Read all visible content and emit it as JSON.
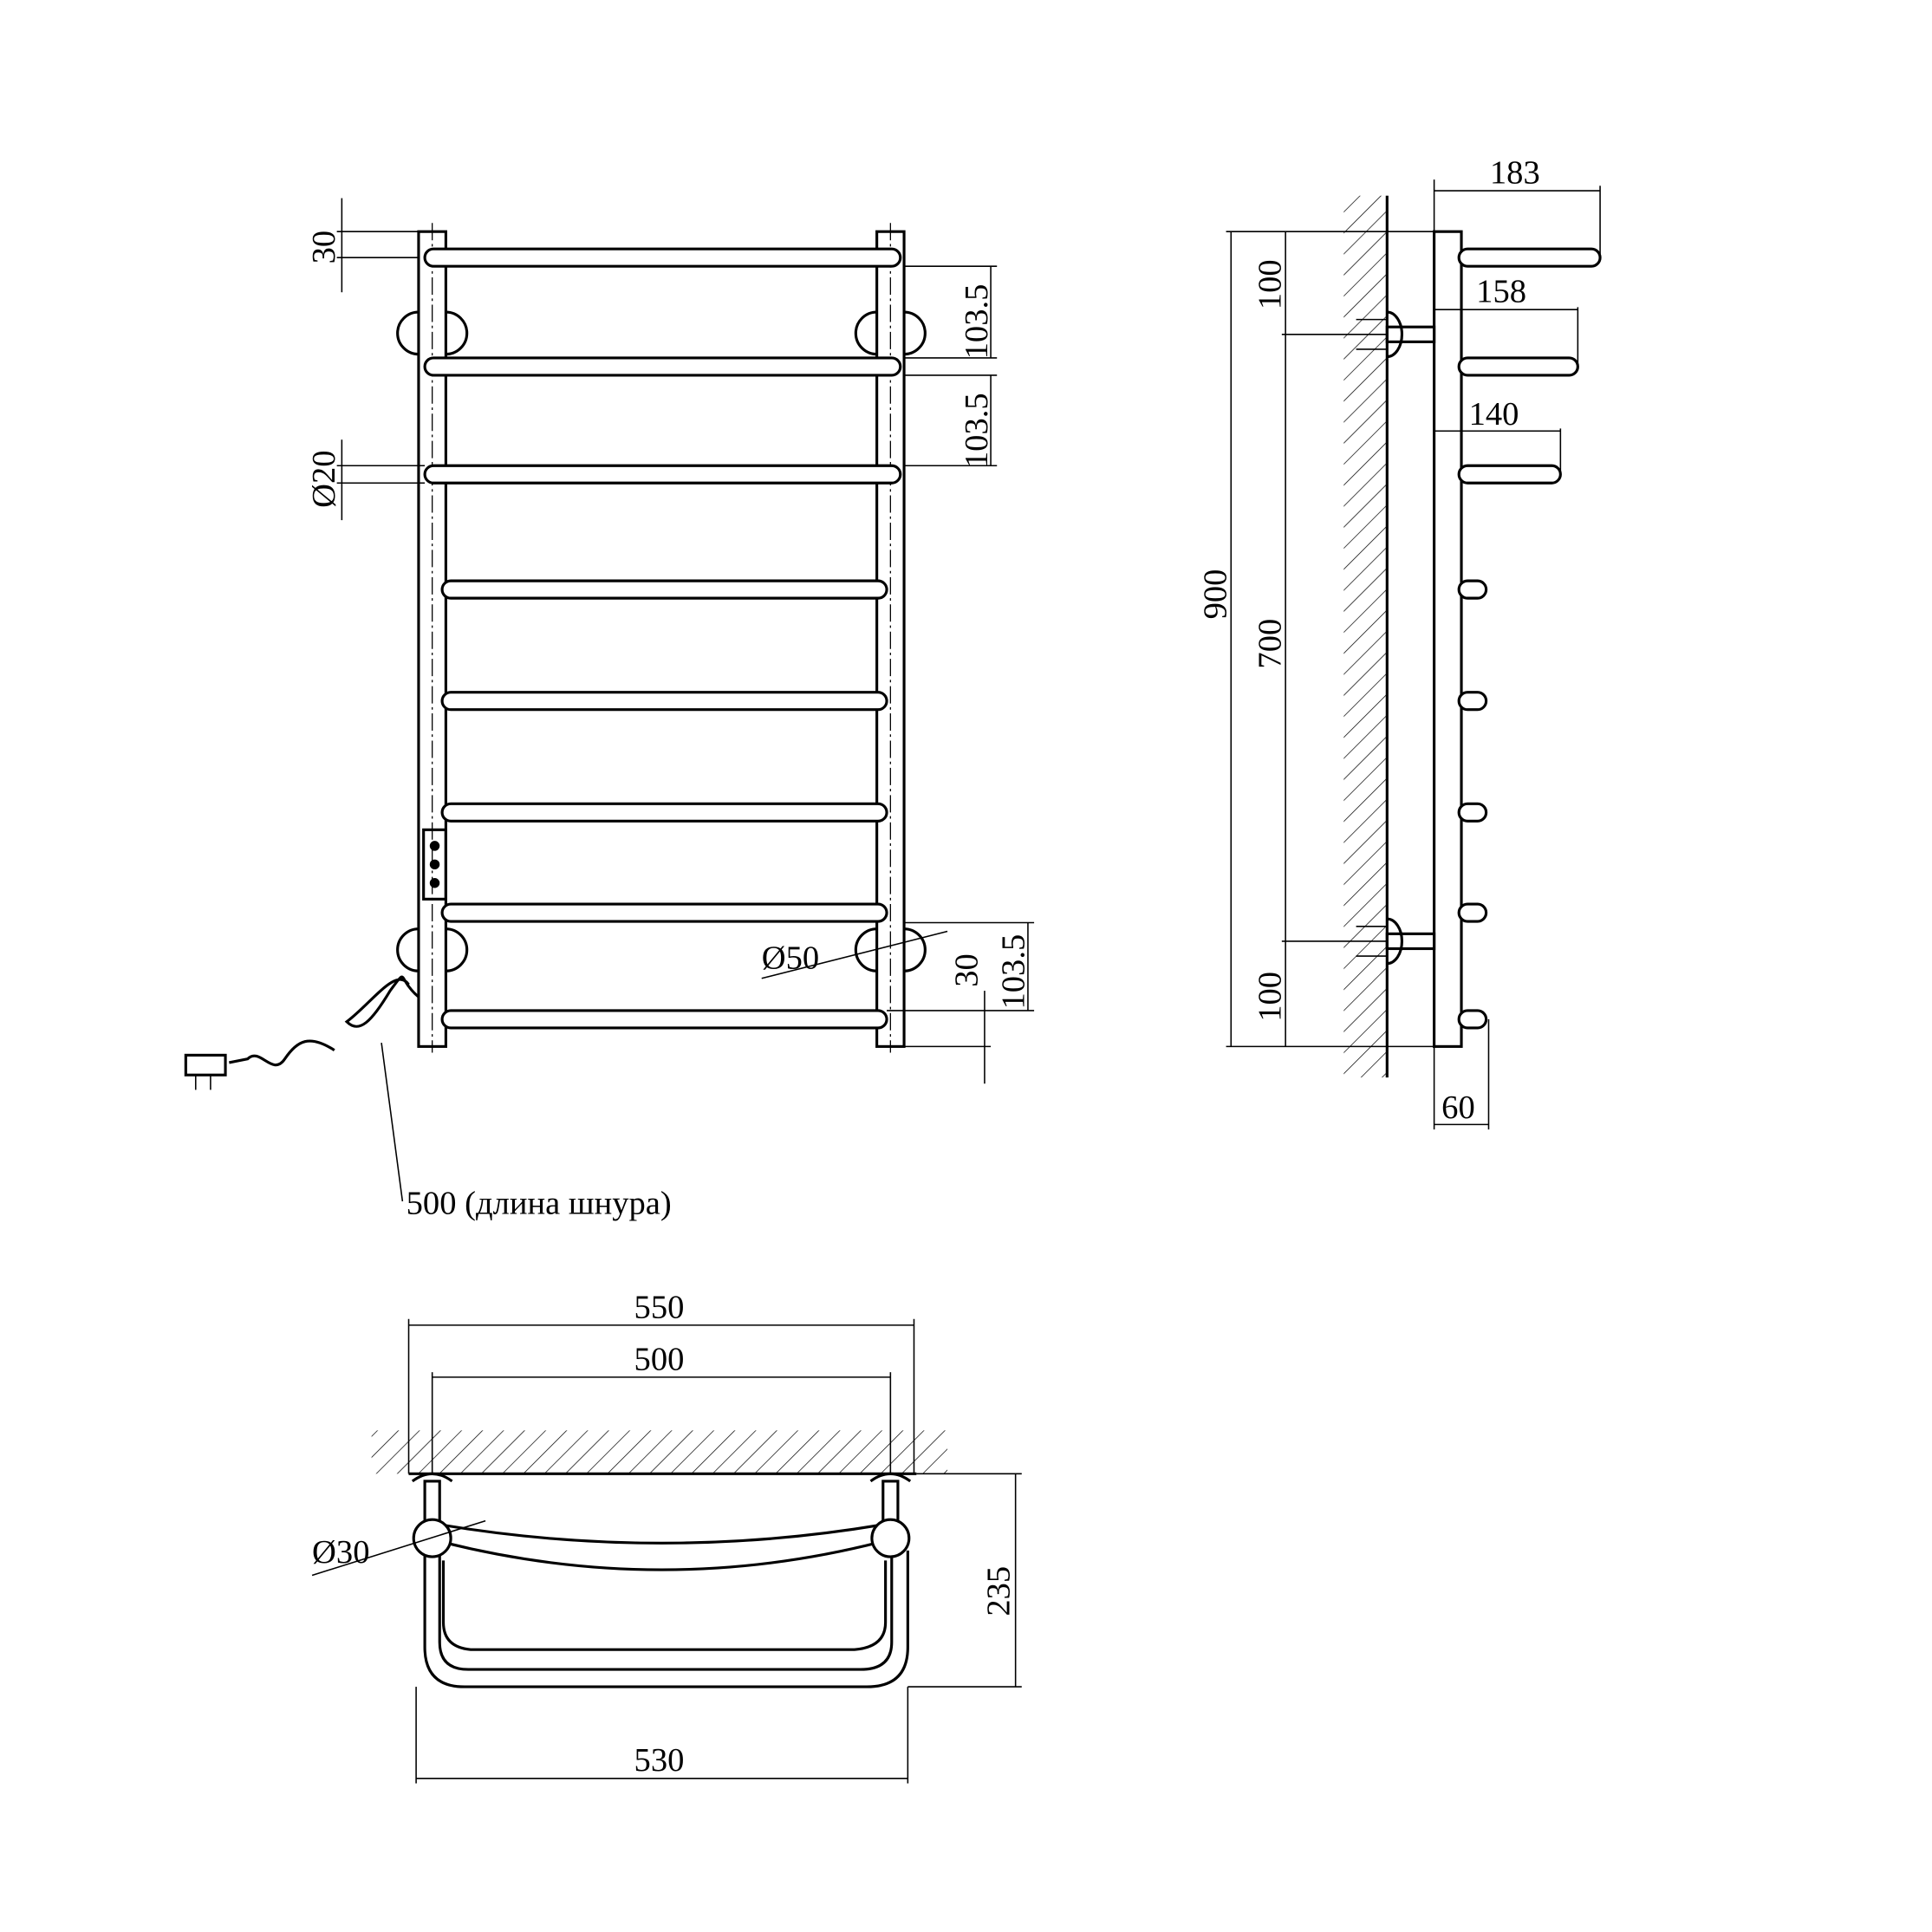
{
  "front_view": {
    "dim_top_offset": "30",
    "dim_rail_spacing_1": "103.5",
    "dim_rail_spacing_2": "103.5",
    "dim_rail_diameter": "Ø20",
    "dim_post_diameter": "Ø50",
    "dim_bottom_offset": "30",
    "dim_bottom_spacing": "103.5",
    "cord_length": "500 (длина шнура)"
  },
  "side_view": {
    "dim_depth_top": "183",
    "dim_depth_second": "158",
    "dim_depth_third": "140",
    "dim_top_mount": "100",
    "dim_total_height": "900",
    "dim_mount_spacing": "700",
    "dim_bottom_mount": "100",
    "dim_post_offset": "60"
  },
  "top_view": {
    "dim_total_width": "550",
    "dim_mount_width": "500",
    "dim_mount_diameter": "Ø30",
    "dim_depth": "235",
    "dim_body_width": "530"
  },
  "colors": {
    "line": "#000000",
    "background": "#ffffff"
  }
}
